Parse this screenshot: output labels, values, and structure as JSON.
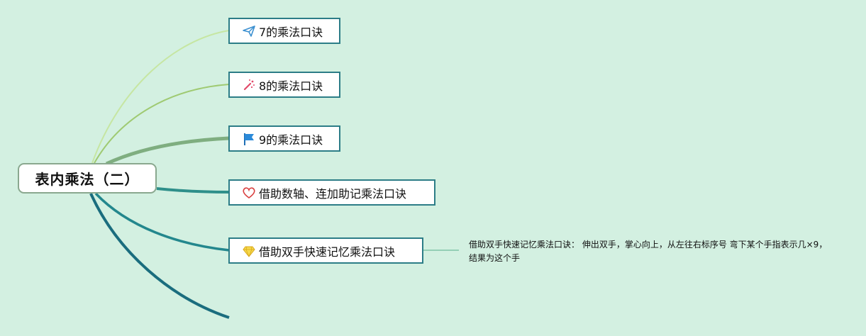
{
  "root": {
    "label": "表内乘法（二）"
  },
  "topics": [
    {
      "label": "7的乘法口诀",
      "icon": "paper-plane-icon"
    },
    {
      "label": "8的乘法口诀",
      "icon": "magic-wand-icon"
    },
    {
      "label": "9的乘法口诀",
      "icon": "flag-icon"
    },
    {
      "label": "借助数轴、连加助记乘法口诀",
      "icon": "heart-icon"
    },
    {
      "label": "借助双手快速记忆乘法口诀",
      "icon": "diamond-icon"
    }
  ],
  "note": {
    "text": "借助双手快速记忆乘法口诀： 伸出双手，掌心向上，从左往右标序号 弯下某个手指表示几×9，结果为这个手"
  },
  "colors": {
    "background": "#d3f0e1",
    "branch_1": "#c6e6a2",
    "branch_2": "#9fca72",
    "branch_3": "#7fae80",
    "branch_4": "#2e8f8a",
    "branch_5": "#23878d",
    "branch_6": "#1a6d7e",
    "topic_border": "#2c7d87"
  }
}
